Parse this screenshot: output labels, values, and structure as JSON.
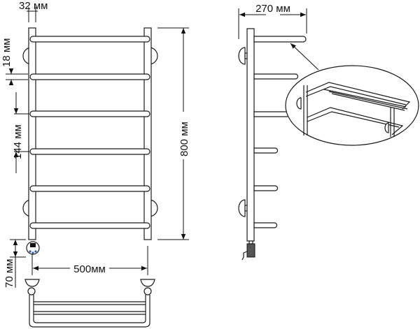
{
  "dimensions": {
    "tube_diameter": "32 мм",
    "rail_thickness": "18 мм",
    "rail_spacing": "144 мм",
    "height": "800 мм",
    "depth": "270 мм",
    "width": "500мм",
    "heater_offset": "70 мм"
  },
  "colors": {
    "line": "#1a1a1a",
    "heater_dots": "#2a5bb5"
  }
}
